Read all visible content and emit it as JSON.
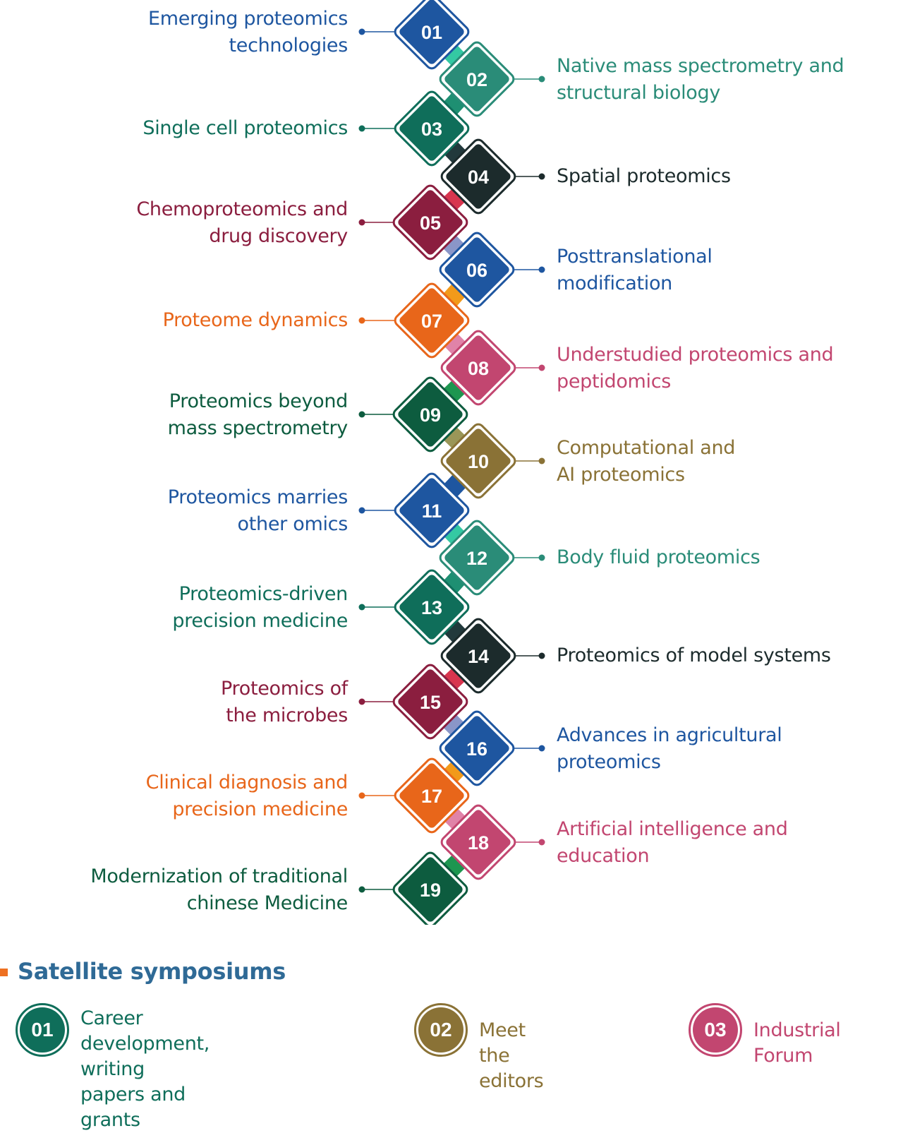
{
  "topics": [
    {
      "num": "01",
      "label": "Emerging proteomics\ntechnologies",
      "color": "#1e56a0"
    },
    {
      "num": "02",
      "label": "Native mass spectrometry and\nstructural biology",
      "color": "#2a8c78"
    },
    {
      "num": "03",
      "label": "Single cell proteomics",
      "color": "#0f6e5a"
    },
    {
      "num": "04",
      "label": "Spatial proteomics",
      "color": "#1c2b2c"
    },
    {
      "num": "05",
      "label": "Chemoproteomics and\ndrug discovery",
      "color": "#8b1e3f"
    },
    {
      "num": "06",
      "label": "Posttranslational\nmodification",
      "color": "#1e56a0"
    },
    {
      "num": "07",
      "label": "Proteome dynamics",
      "color": "#e8661a"
    },
    {
      "num": "08",
      "label": "Understudied proteomics and\npeptidomics",
      "color": "#c24670"
    },
    {
      "num": "09",
      "label": "Proteomics beyond\nmass spectrometry",
      "color": "#0d5c3f"
    },
    {
      "num": "10",
      "label": "Computational and\nAI proteomics",
      "color": "#8a7236"
    },
    {
      "num": "11",
      "label": "Proteomics marries\nother omics",
      "color": "#1e56a0"
    },
    {
      "num": "12",
      "label": "Body fluid proteomics",
      "color": "#2a8c78"
    },
    {
      "num": "13",
      "label": "Proteomics-driven\nprecision medicine",
      "color": "#0f6e5a"
    },
    {
      "num": "14",
      "label": "Proteomics of model systems",
      "color": "#1c2b2c"
    },
    {
      "num": "15",
      "label": "Proteomics of\nthe microbes",
      "color": "#8b1e3f"
    },
    {
      "num": "16",
      "label": "Advances in agricultural\nproteomics",
      "color": "#1e56a0"
    },
    {
      "num": "17",
      "label": "Clinical diagnosis and\nprecision medicine",
      "color": "#e8661a"
    },
    {
      "num": "18",
      "label": "Artificial intelligence and\neducation",
      "color": "#c24670"
    },
    {
      "num": "19",
      "label": "Modernization of traditional\nchinese Medicine",
      "color": "#0d5c3f"
    }
  ],
  "connector_colors": [
    "#34c9a3",
    "#1e8f72",
    "#22393c",
    "#d8354f",
    "#8a96c8",
    "#f29a1a",
    "#e083a8",
    "#1d9650",
    "#9a9658",
    "#1e56a0",
    "#34c9a3",
    "#1e8f72",
    "#22393c",
    "#d8354f",
    "#8a96c8",
    "#f29a1a",
    "#e083a8",
    "#1d9650"
  ],
  "satellite": {
    "title": "Satellite symposiums",
    "items": [
      {
        "num": "01",
        "label": "Career development, writing\npapers and grants",
        "color": "#0f6e5a"
      },
      {
        "num": "02",
        "label": "Meet the editors",
        "color": "#8a7236"
      },
      {
        "num": "03",
        "label": "Industrial Forum",
        "color": "#c24670"
      }
    ]
  }
}
